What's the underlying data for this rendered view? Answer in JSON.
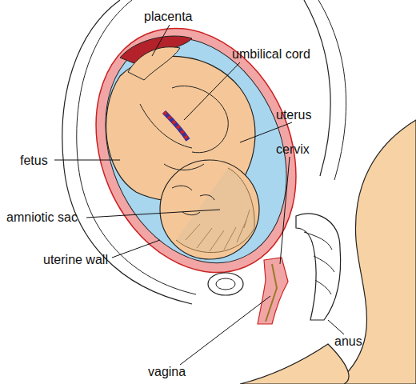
{
  "diagram": {
    "labels": [
      "placenta",
      "umbilical cord",
      "uterus",
      "cervix",
      "fetus",
      "amniotic sac",
      "uterine wall",
      "anus",
      "vagina"
    ]
  }
}
